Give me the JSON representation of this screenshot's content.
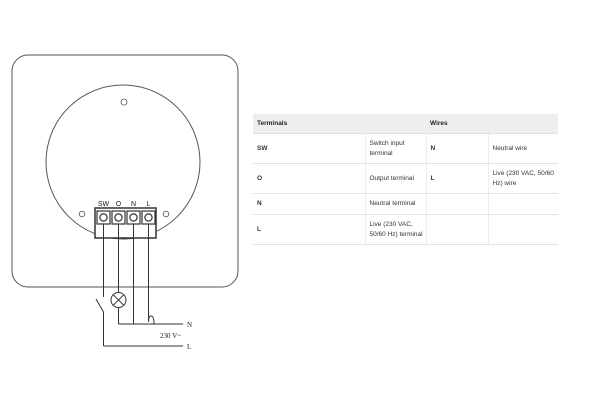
{
  "diagram": {
    "terminals": [
      "SW",
      "O",
      "N",
      "L"
    ],
    "wires": {
      "neutral": "N",
      "voltage": "230 V~",
      "live": "L"
    }
  },
  "table": {
    "headers": [
      "Terminals",
      "",
      "Wires",
      ""
    ],
    "rows": [
      [
        "SW",
        "Switch input terminal",
        "N",
        "Neutral wire"
      ],
      [
        "O",
        "Output terminal",
        "L",
        "Live (230 VAC, 50/60 Hz) wire"
      ],
      [
        "N",
        "Neutral terminal",
        "",
        ""
      ],
      [
        "L",
        "Live (230 VAC, 50/60 Hz) terminal",
        "",
        ""
      ]
    ]
  }
}
